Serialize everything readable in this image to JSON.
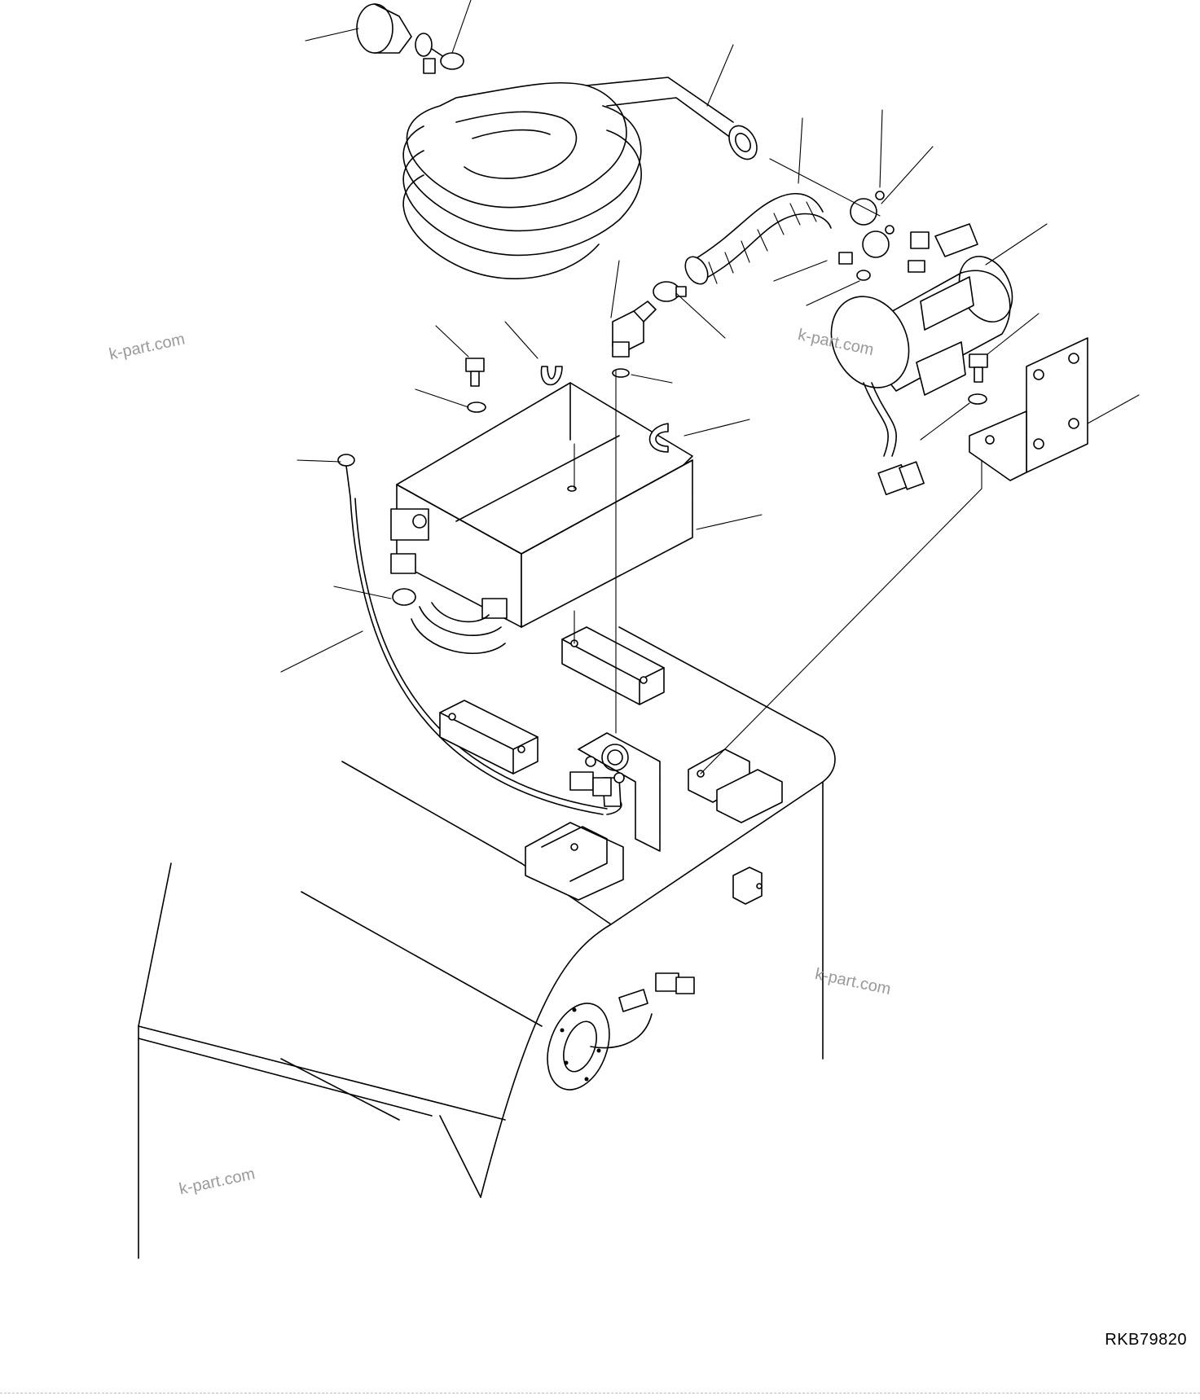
{
  "diagram": {
    "drawing_code": "RKB79820",
    "watermarks": [
      "k-part.com",
      "k-part.com",
      "k-part.com",
      "k-part.com"
    ]
  }
}
